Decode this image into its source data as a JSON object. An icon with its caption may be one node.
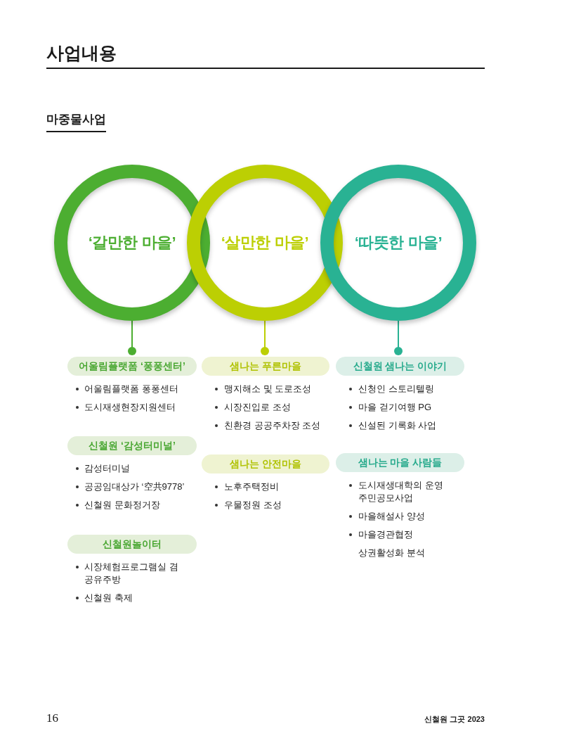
{
  "diagram": {
    "title": "사업내용",
    "nodes": [
      {
        "text": [
          "‘갈만한 마을’"
        ]
      },
      {
        "text": [
          "‘살만한 마을’"
        ]
      },
      {
        "text": [
          "‘따뜻한 마을’"
        ]
      },
      {
        "text": [
          "어울림플랫폼 ‘퐁퐁센터’"
        ],
        "beside": [
          "어울림플랫폼 퐁퐁센터",
          "도시재생현장지원센터"
        ]
      },
      {
        "text": [
          "신철원 ‘감성터미널’"
        ],
        "beside": [
          "감성터미널",
          "공공임대상가 ‘空共9778’",
          "신철원 문화정거장"
        ]
      },
      {
        "text": [
          "신철원놀이터"
        ],
        "beside": [
          "시장체험프로그램실 겸 공유주방",
          "신철원 축제"
        ]
      },
      {
        "text": [
          "샘나는 푸른마을"
        ],
        "beside": [
          "맹지해소 및 도로조성",
          "시장진입로 조성",
          "친환경 공공주차장 조성"
        ]
      },
      {
        "text": [
          "샘나는 안전마을"
        ],
        "beside": [
          "노후주택정비",
          "우물정원 조성"
        ]
      },
      {
        "text": [
          "신철원 샘나는 이야기"
        ],
        "beside": [
          "신청인 스토리텔링",
          "마을 걷기여행 PG",
          "신설된 기록화 사업"
        ]
      },
      {
        "text": [
          "샘나는 마을 사람들"
        ],
        "beside": [
          "도시재생대학의 운영 주민공모사업",
          "마을해설사 양성",
          "마을경관협정",
          "상권활성화 분석"
        ]
      }
    ],
    "edges": [
      {
        "from": 0,
        "to": 3,
        "arrow": "other",
        "color": "#4cae31"
      },
      {
        "from": 1,
        "to": 6,
        "arrow": "other",
        "color": "#bccf03"
      },
      {
        "from": 2,
        "to": 8,
        "arrow": "other",
        "color": "#29b293"
      }
    ],
    "labels": [
      "마중물사업",
      "16",
      "신철원 그곳 2023"
    ]
  }
}
